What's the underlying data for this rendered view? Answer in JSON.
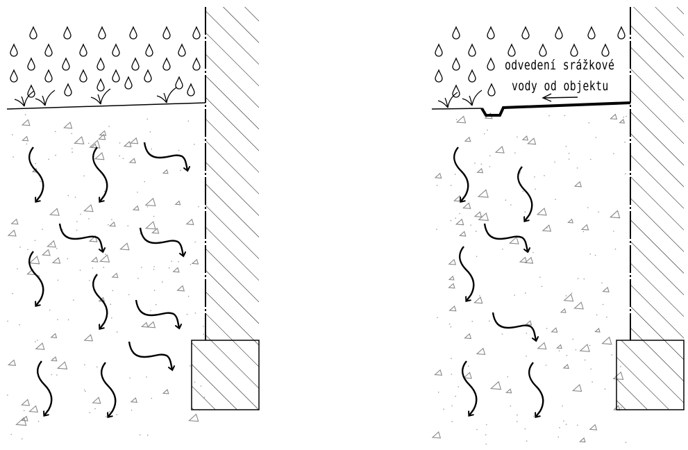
{
  "diagram": {
    "annotation": {
      "line1": "odvedení srážkové",
      "line2": "vody od objektu"
    },
    "panels": [
      {
        "name": "without-drainage",
        "drain_channel": false
      },
      {
        "name": "with-drainage",
        "drain_channel": true
      }
    ]
  }
}
